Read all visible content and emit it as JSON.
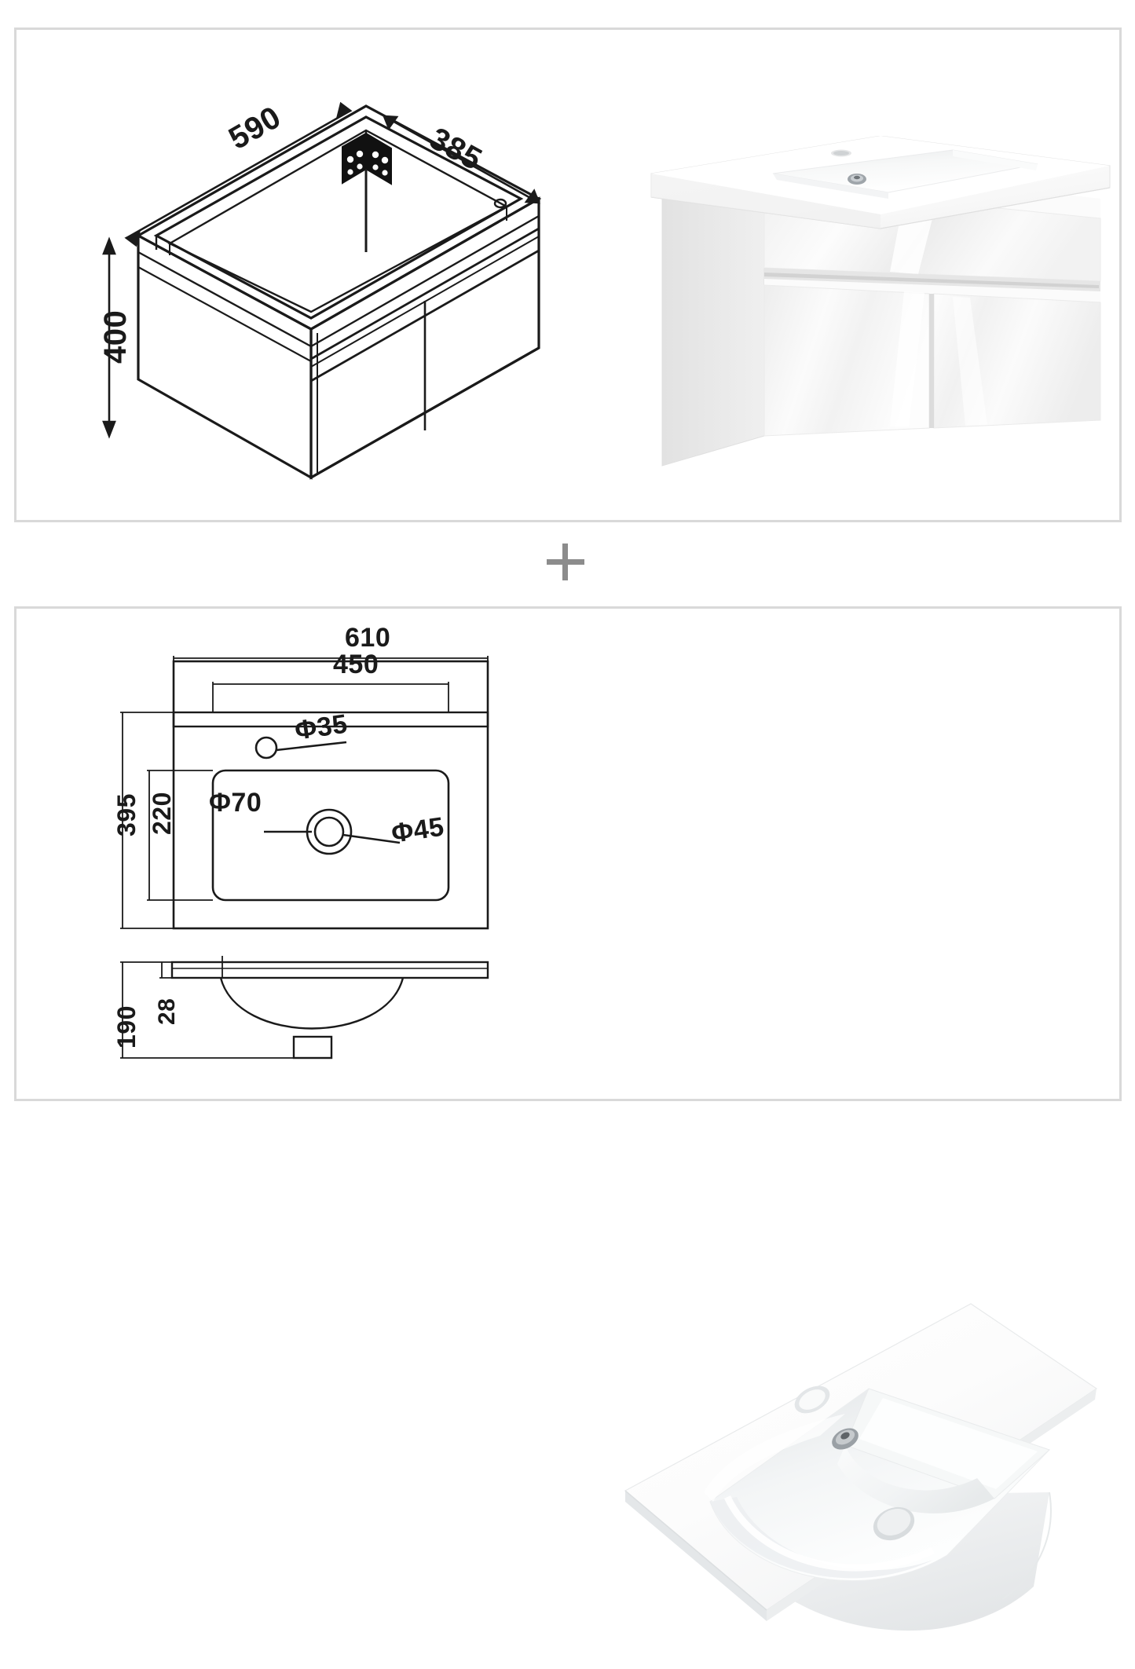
{
  "product": {
    "type": "bathroom-vanity-unit-with-basin",
    "separator_symbol": "+"
  },
  "panels": [
    {
      "id": "cabinet",
      "name": "wall-hung-vanity-cabinet",
      "views": [
        "isometric-line-drawing",
        "product-photo"
      ]
    },
    {
      "id": "basin",
      "name": "ceramic-washbasin",
      "views": [
        "top-view-line-drawing",
        "side-section-line-drawing",
        "product-photo"
      ]
    }
  ],
  "cabinet_dimensions": {
    "width": "590",
    "depth": "385",
    "height": "400",
    "unit": "mm"
  },
  "basin_dimensions": {
    "overall_width": "610",
    "bowl_width": "450",
    "overall_depth": "395",
    "bowl_depth": "220",
    "overall_height": "190",
    "rim_thickness": "28",
    "tap_hole": "Φ35",
    "waste_outer": "Φ70",
    "waste_inner": "Φ45",
    "unit": "mm"
  },
  "cabinet_features": {
    "corner_bracket": "metal-corner-bracket-with-screw-holes",
    "door_count": 2,
    "hole_detail": "cable-or-fixing-hole"
  },
  "basin_features": {
    "tap_hole": "single-tap-hole",
    "overflow": "chrome-overflow-cover",
    "waste": "centre-waste-outlet"
  },
  "colors": {
    "panel_border": "#d9d9d9",
    "line": "#1a1a1a",
    "plus": "#8c8c8c",
    "gloss_white": "#ffffff",
    "shade_light": "#f4f4f4",
    "shade_mid": "#e8e8e8",
    "shade_dark": "#d5d5d5",
    "chrome": "#a8adb2"
  }
}
